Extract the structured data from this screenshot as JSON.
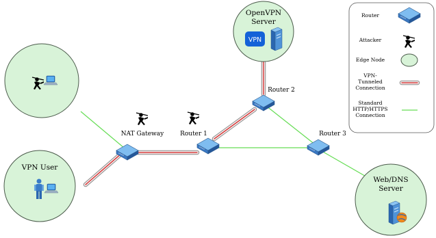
{
  "nodes": {
    "openvpn_server": {
      "label_line1": "OpenVPN",
      "label_line2": "Server",
      "badge": "VPN"
    },
    "web_dns_server": {
      "label_line1": "Web/DNS",
      "label_line2": "Server"
    },
    "vpn_user": {
      "label": "VPN User"
    },
    "attacker_edge": {
      "label": ""
    }
  },
  "routers": {
    "nat_gateway": "NAT Gateway",
    "router1": "Router 1",
    "router2": "Router 2",
    "router3": "Router 3"
  },
  "legend": {
    "router": "Router",
    "attacker": "Attacker",
    "edge_node": "Edge Node",
    "vpn_line1": "VPN-",
    "vpn_line2": "Tunneled",
    "vpn_line3": "Connection",
    "std_line1": "Standard",
    "std_line2": "HTTP/HTTPS",
    "std_line3": "Connection"
  },
  "colors": {
    "edge_node_fill": "#d8f3d8",
    "standard_link": "#66dd55",
    "tunnel_core": "#d42020",
    "router_top": "#6fb1e8",
    "router_side": "#2a66b0",
    "vpn_badge": "#1462d8"
  }
}
